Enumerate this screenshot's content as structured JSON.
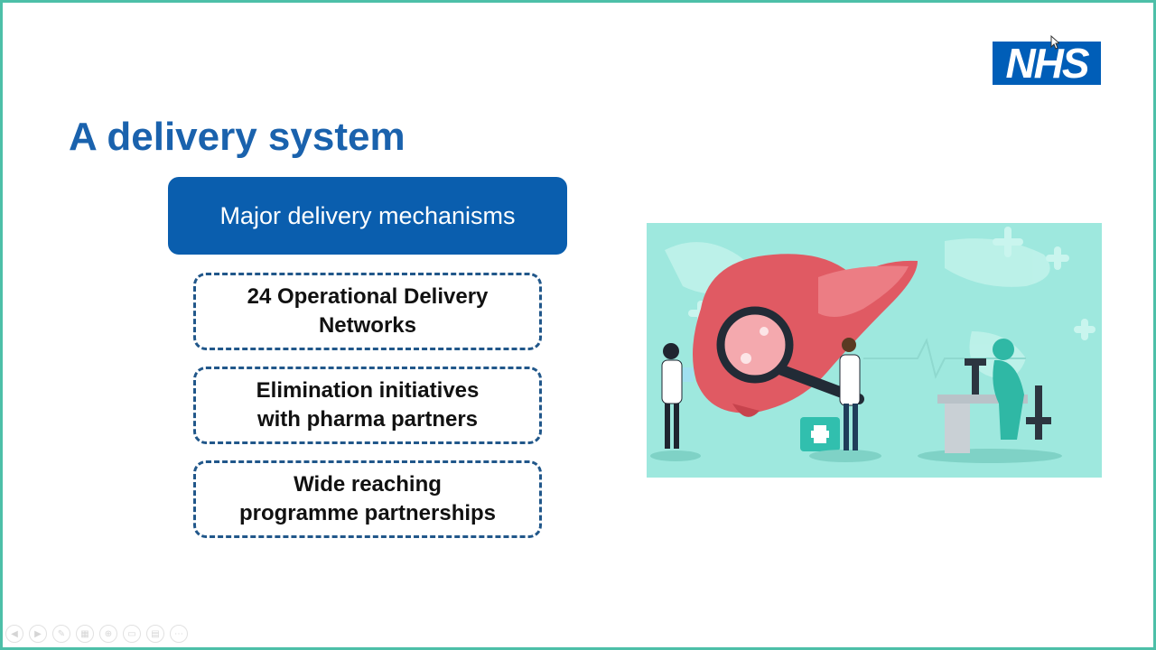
{
  "slide": {
    "title": "A delivery system",
    "logo_text": "NHS",
    "header_box": "Major delivery mechanisms",
    "items": [
      {
        "line1": "24 Operational Delivery",
        "line2": "Networks"
      },
      {
        "line1": "Elimination initiatives",
        "line2": "with pharma partners"
      },
      {
        "line1": "Wide reaching",
        "line2": "programme partnerships"
      }
    ]
  },
  "illustration": {
    "subject": "liver examination by doctors with magnifying glass and microscope"
  },
  "toolbar": {
    "icons": [
      "previous-icon",
      "next-icon",
      "pen-icon",
      "slides-icon",
      "zoom-icon",
      "screen-icon",
      "subtitles-icon",
      "more-icon"
    ]
  },
  "colors": {
    "title": "#1a62ad",
    "header_box": "#0a5eae",
    "dashed_border": "#21578a",
    "nhs_blue": "#005eb8",
    "frame": "#4dbfa8",
    "illustration_bg": "#9ee8de",
    "liver": "#e05a63"
  }
}
